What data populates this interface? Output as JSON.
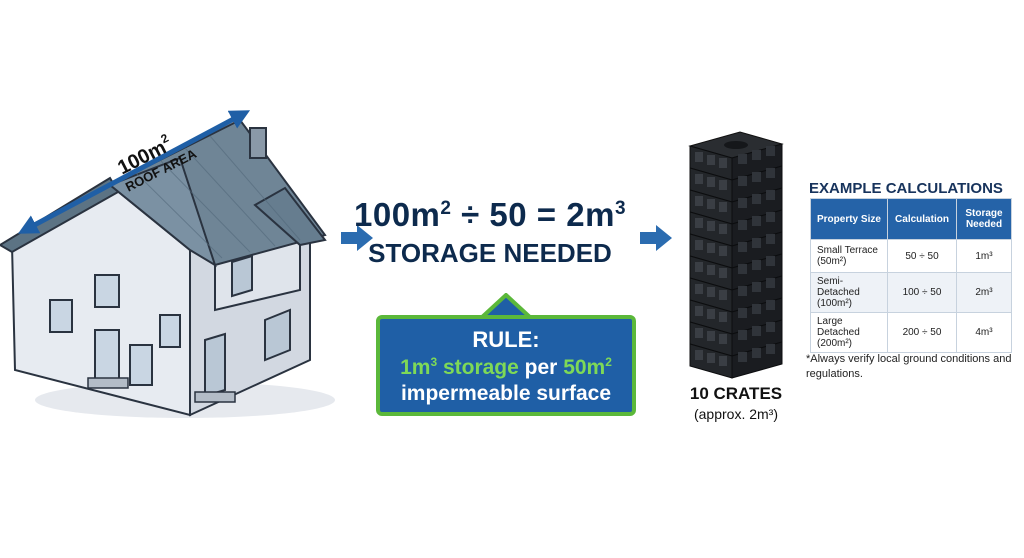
{
  "roof": {
    "measure": "100m",
    "measure_sup": "2",
    "label": "ROOF AREA"
  },
  "formula": {
    "left": "100m",
    "left_sup": "2",
    "mid": " ÷ 50 = 2m",
    "right_sup": "3",
    "caption": "STORAGE NEEDED"
  },
  "rule": {
    "title": "RULE:",
    "line2_a": "1m",
    "line2_a_sup": "3",
    "line2_b": " storage",
    "line2_c": " per ",
    "line2_d": "50m",
    "line2_d_sup": "2",
    "line3": "impermeable surface"
  },
  "crates": {
    "count_label": "10 CRATES",
    "approx": "(approx. 2m³)"
  },
  "calculations": {
    "title": "EXAMPLE CALCULATIONS",
    "headers": [
      "Property Size",
      "Calculation",
      "Storage Needed"
    ],
    "rows": [
      {
        "property": "Small Terrace (50m²)",
        "calc": "50 ÷ 50",
        "storage": "1m³"
      },
      {
        "property": "Semi-Detached (100m²)",
        "calc": "100 ÷ 50",
        "storage": "2m³"
      },
      {
        "property": "Large Detached (200m²)",
        "calc": "200 ÷ 50",
        "storage": "4m³"
      }
    ],
    "note": "*Always verify local ground conditions and regulations."
  },
  "colors": {
    "navy": "#0d2a4d",
    "blue": "#1f5fa6",
    "green": "#5bb83a",
    "arrow": "#2b6cb0"
  },
  "icons": [
    "house-illustration",
    "dimension-arrow-icon",
    "right-arrow-icon",
    "crate-stack-illustration"
  ]
}
